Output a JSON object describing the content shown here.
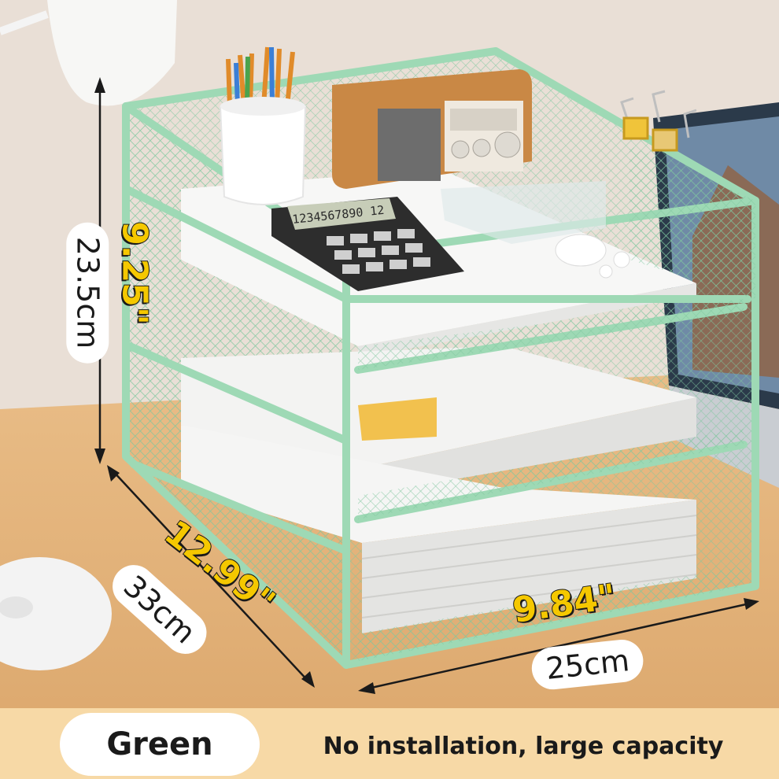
{
  "product": {
    "color_label": "Green",
    "tagline": "No installation, large capacity",
    "frame_color": "#9ed9b5"
  },
  "dimensions": {
    "height_cm": "23.5cm",
    "height_in": "9.25\"",
    "depth_cm": "33cm",
    "depth_in": "12.99\"",
    "width_cm": "25cm",
    "width_in": "9.84\""
  },
  "calculator": {
    "display": "1234567890 12"
  },
  "colors": {
    "wall": "#e9dfd6",
    "desk": "#e2b27a",
    "footer": "#f7d9a6",
    "accent_text": "#f5c800"
  }
}
